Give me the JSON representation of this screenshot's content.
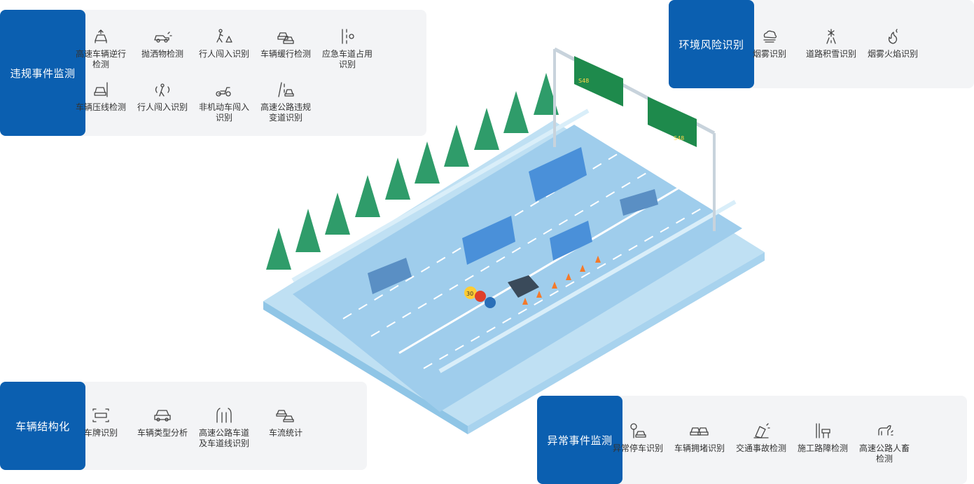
{
  "panels": {
    "violation": {
      "title": "违规事件监测",
      "items": [
        {
          "label": "高速车辆逆行\n检测",
          "icon": "wrong-way-car-icon"
        },
        {
          "label": "抛洒物检测",
          "icon": "littering-car-icon"
        },
        {
          "label": "行人闯入识别",
          "icon": "pedestrian-warning-icon"
        },
        {
          "label": "车辆缓行检测",
          "icon": "slow-traffic-icon"
        },
        {
          "label": "应急车道占用\n识别",
          "icon": "emergency-lane-icon"
        },
        {
          "label": "车辆压线检测",
          "icon": "line-crossing-car-icon"
        },
        {
          "label": "行人闯入识别",
          "icon": "pedestrian-radar-icon"
        },
        {
          "label": "非机动车闯入\n识别",
          "icon": "scooter-icon"
        },
        {
          "label": "高速公路违规\n变道识别",
          "icon": "lane-change-icon"
        }
      ]
    },
    "environment": {
      "title": "环境风险识别",
      "items": [
        {
          "label": "烟雾识别",
          "icon": "smog-cloud-icon"
        },
        {
          "label": "道路积雪识别",
          "icon": "snow-road-icon"
        },
        {
          "label": "烟雾火焰识别",
          "icon": "fire-smoke-icon"
        }
      ]
    },
    "structure": {
      "title": "车辆结构化",
      "items": [
        {
          "label": "车牌识别",
          "icon": "license-plate-icon"
        },
        {
          "label": "车辆类型分析",
          "icon": "car-type-icon"
        },
        {
          "label": "高速公路车道\n及车道线识别",
          "icon": "lanes-icon"
        },
        {
          "label": "车流统计",
          "icon": "traffic-flow-icon"
        }
      ]
    },
    "anomaly": {
      "title": "异常事件监测",
      "items": [
        {
          "label": "异常停车识别",
          "icon": "abnormal-parking-icon"
        },
        {
          "label": "车辆拥堵识别",
          "icon": "congestion-icon"
        },
        {
          "label": "交通事故检测",
          "icon": "accident-icon"
        },
        {
          "label": "施工路障检测",
          "icon": "roadblock-icon"
        },
        {
          "label": "高速公路人畜\n检测",
          "icon": "animal-icon"
        }
      ]
    }
  },
  "scene": {
    "sign1": "S48",
    "sign2": "S48",
    "speed_sign": "30"
  },
  "colors": {
    "panel_head": "#0b5fb0",
    "panel_body": "#f3f4f6",
    "road": "#9fcdec",
    "tree": "#2f9c6a"
  }
}
